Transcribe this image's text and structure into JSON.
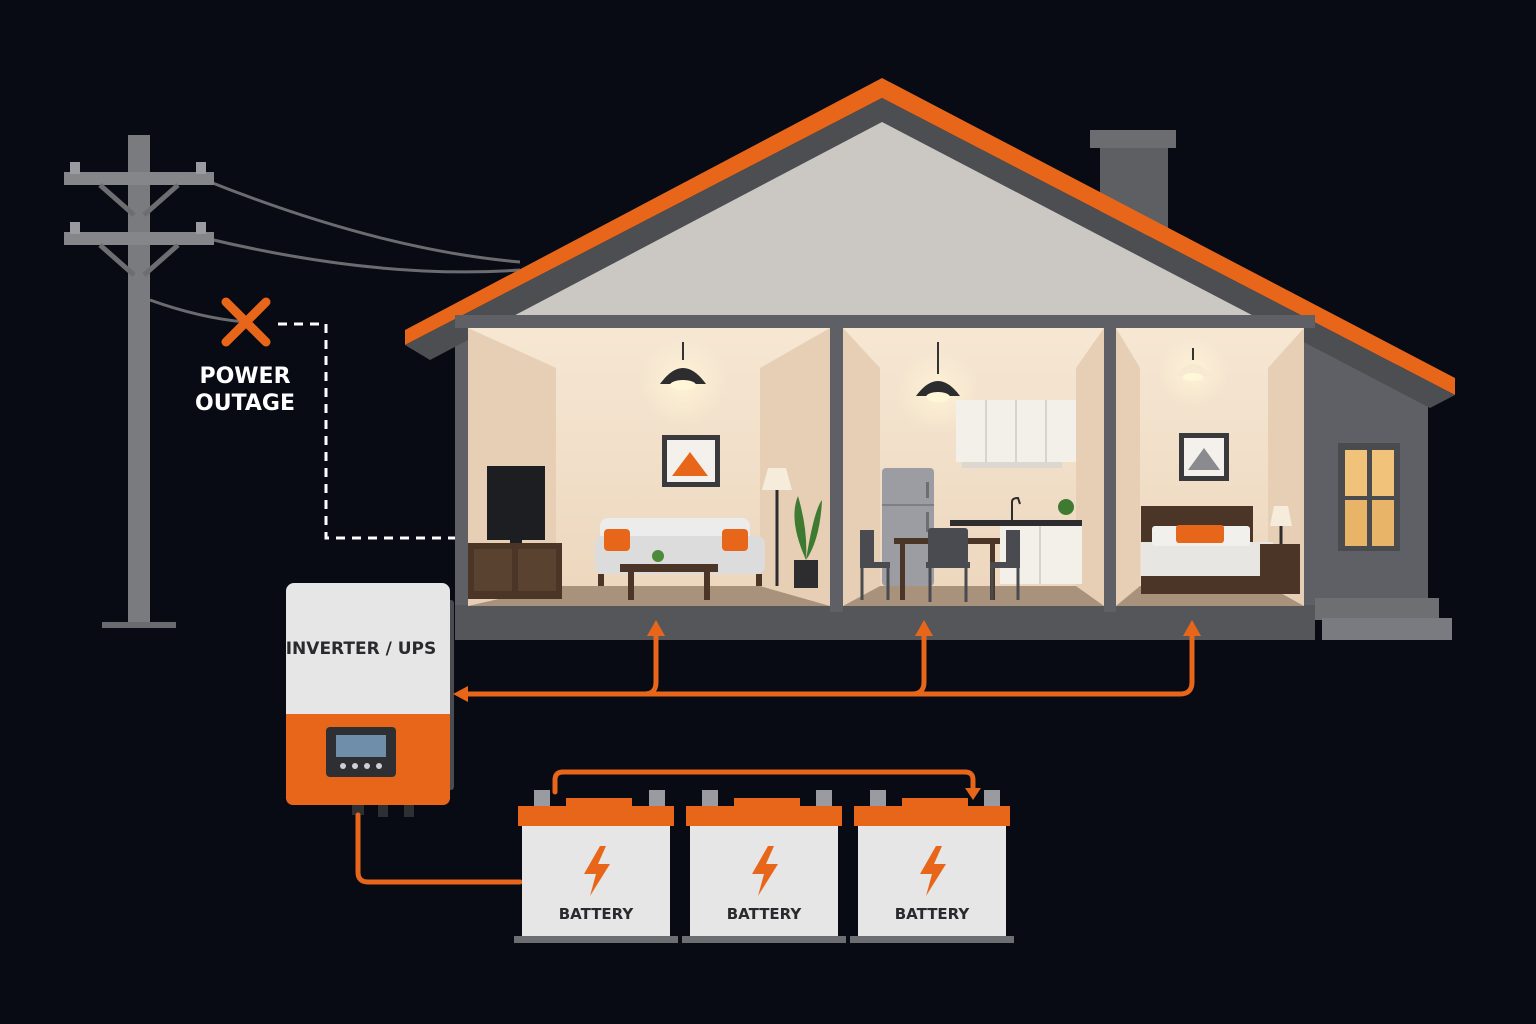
{
  "outage": {
    "line1": "POWER",
    "line2": "OUTAGE"
  },
  "inverter": {
    "label": "INVERTER / UPS"
  },
  "batteries": [
    {
      "label": "BATTERY"
    },
    {
      "label": "BATTERY"
    },
    {
      "label": "BATTERY"
    }
  ],
  "colors": {
    "background": "#080b14",
    "accent": "#e8661a",
    "wall": "#5f6065",
    "room_light": "#f3e3cf",
    "battery_body": "#e6e6e6",
    "pole": "#7a7b7f"
  },
  "icons": [
    "utility-pole-icon",
    "outage-x-icon",
    "lightning-bolt-icon",
    "pendant-lamp-icon"
  ]
}
